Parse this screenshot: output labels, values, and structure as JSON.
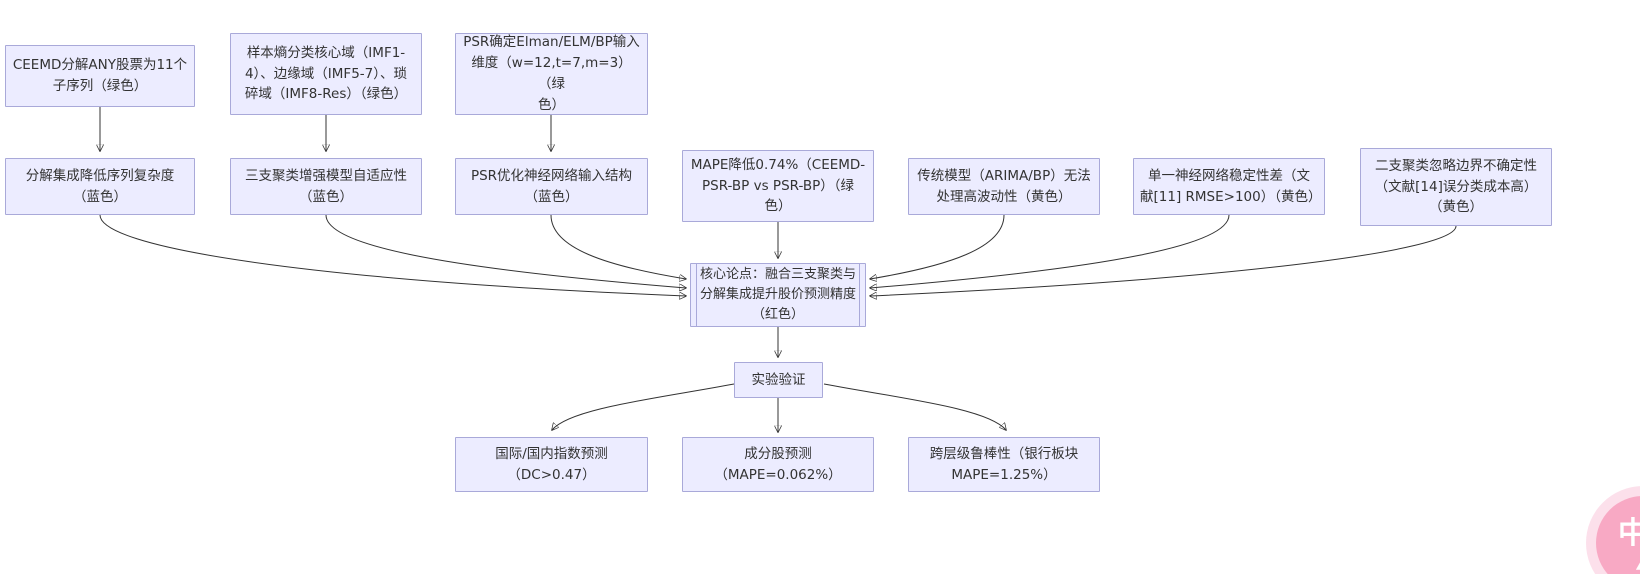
{
  "theme": {
    "node_fill": "#ECECFF",
    "node_border": "#A9A9D9",
    "edge_color": "#333333",
    "text_color": "#333333",
    "background": "#FFFFFF",
    "widget_pink": "#F8A9C4"
  },
  "diagram": {
    "type": "flowchart",
    "nodes": [
      {
        "id": "ceemd-decomposition",
        "label": "CEEMD分解ANY股票为11个\n子序列（绿色）"
      },
      {
        "id": "sample-entropy-domains",
        "label": "样本熵分类核心域（IMF1-\n4）、边缘域（IMF5-7）、琐\n碎域（IMF8-Res）（绿色）"
      },
      {
        "id": "psr-input-dimensions",
        "label": "PSR确定Elman/ELM/BP输入\n维度（w=12,t=7,m=3）（绿\n色）"
      },
      {
        "id": "decomposition-reduces-complexity",
        "label": "分解集成降低序列复杂度\n（蓝色）"
      },
      {
        "id": "three-way-clustering-adaptivity",
        "label": "三支聚类增强模型自适应性\n（蓝色）"
      },
      {
        "id": "psr-optimizes-input-structure",
        "label": "PSR优化神经网络输入结构\n（蓝色）"
      },
      {
        "id": "mape-improvement",
        "label": "MAPE降低0.74%（CEEMD-\nPSR-BP vs PSR-BP）（绿\n色）"
      },
      {
        "id": "traditional-model-limitation",
        "label": "传统模型（ARIMA/BP）无法\n处理高波动性（黄色）"
      },
      {
        "id": "single-nn-instability",
        "label": "单一神经网络稳定性差（文\n献[11] RMSE>100）（黄色）"
      },
      {
        "id": "two-way-clustering-limitation",
        "label": "二支聚类忽略边界不确定性\n（文献[14]误分类成本高）\n（黄色）"
      },
      {
        "id": "core-thesis",
        "label": "核心论点：融合三支聚类与\n分解集成提升股价预测精度\n（红色）"
      },
      {
        "id": "experimental-validation",
        "label": "实验验证"
      },
      {
        "id": "index-prediction",
        "label": "国际/国内指数预测\n（DC>0.47）"
      },
      {
        "id": "constituent-stock-prediction",
        "label": "成分股预测\n（MAPE=0.062%）"
      },
      {
        "id": "cross-level-robustness",
        "label": "跨层级鲁棒性（银行板块\nMAPE=1.25%）"
      }
    ],
    "edges": [
      {
        "from": "ceemd-decomposition",
        "to": "decomposition-reduces-complexity"
      },
      {
        "from": "sample-entropy-domains",
        "to": "three-way-clustering-adaptivity"
      },
      {
        "from": "psr-input-dimensions",
        "to": "psr-optimizes-input-structure"
      },
      {
        "from": "decomposition-reduces-complexity",
        "to": "core-thesis"
      },
      {
        "from": "three-way-clustering-adaptivity",
        "to": "core-thesis"
      },
      {
        "from": "psr-optimizes-input-structure",
        "to": "core-thesis"
      },
      {
        "from": "mape-improvement",
        "to": "core-thesis"
      },
      {
        "from": "traditional-model-limitation",
        "to": "core-thesis"
      },
      {
        "from": "single-nn-instability",
        "to": "core-thesis"
      },
      {
        "from": "two-way-clustering-limitation",
        "to": "core-thesis"
      },
      {
        "from": "core-thesis",
        "to": "experimental-validation"
      },
      {
        "from": "experimental-validation",
        "to": "index-prediction"
      },
      {
        "from": "experimental-validation",
        "to": "constituent-stock-prediction"
      },
      {
        "from": "experimental-validation",
        "to": "cross-level-robustness"
      }
    ]
  },
  "widget": {
    "zh_label": "中",
    "en_label": "A"
  }
}
